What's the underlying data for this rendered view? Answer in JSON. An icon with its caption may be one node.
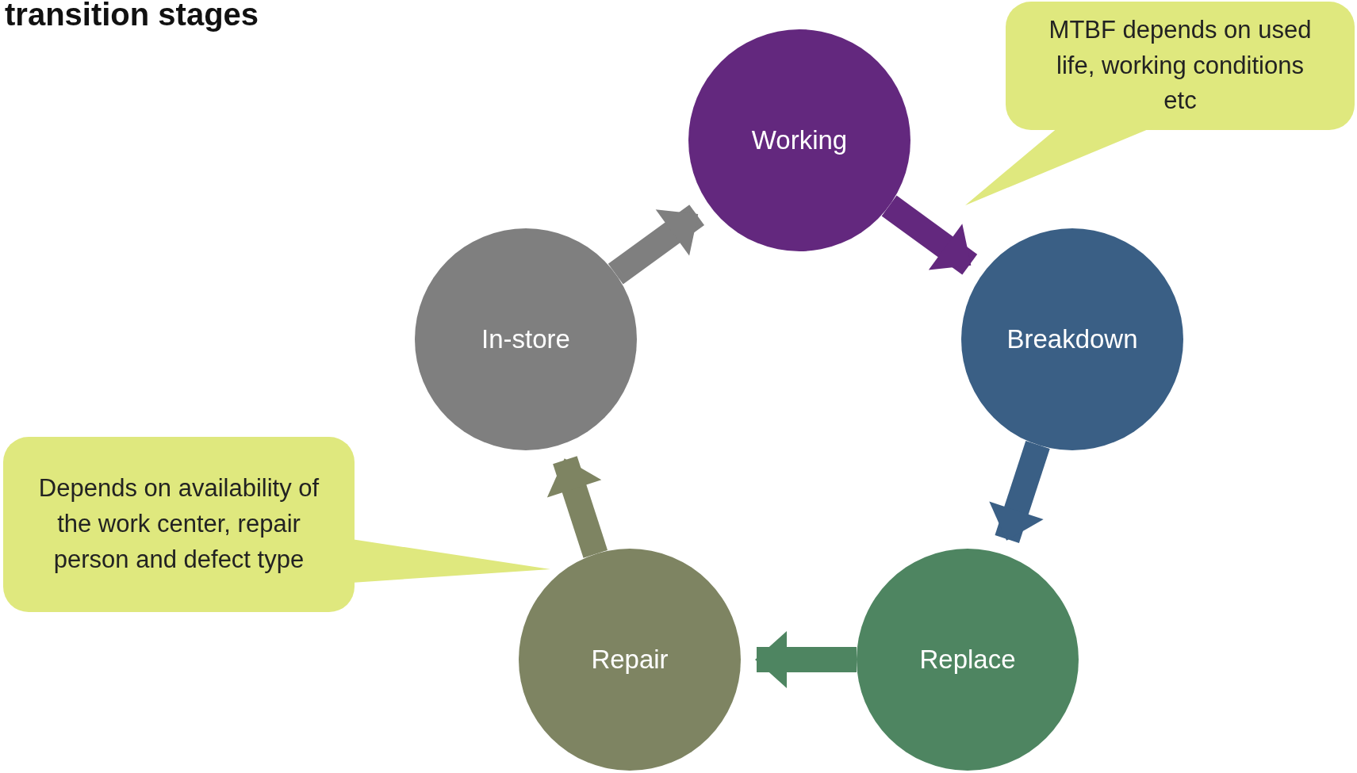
{
  "diagram": {
    "title": "transition stages",
    "nodes": [
      {
        "text": [
          "Working"
        ]
      },
      {
        "text": [
          "Breakdown"
        ]
      },
      {
        "text": [
          "Replace"
        ]
      },
      {
        "text": [
          "Repair"
        ]
      },
      {
        "text": [
          "In-store"
        ]
      },
      {
        "text": [
          "MTBF depends on used life, working conditions etc"
        ]
      },
      {
        "text": [
          "Depends on availability of the work center, repair person and defect type"
        ]
      }
    ],
    "edges": [
      {
        "from": 0,
        "to": 1,
        "arrow": "to",
        "color": "#63287e"
      },
      {
        "from": 1,
        "to": 2,
        "arrow": "to",
        "color": "#3a5f85"
      },
      {
        "from": 2,
        "to": 3,
        "arrow": "to",
        "color": "#4e8561"
      },
      {
        "from": 3,
        "to": 4,
        "arrow": "to",
        "color": "#7e8462"
      },
      {
        "from": 4,
        "to": 0,
        "arrow": "to",
        "color": "#7f7f7f"
      }
    ]
  }
}
